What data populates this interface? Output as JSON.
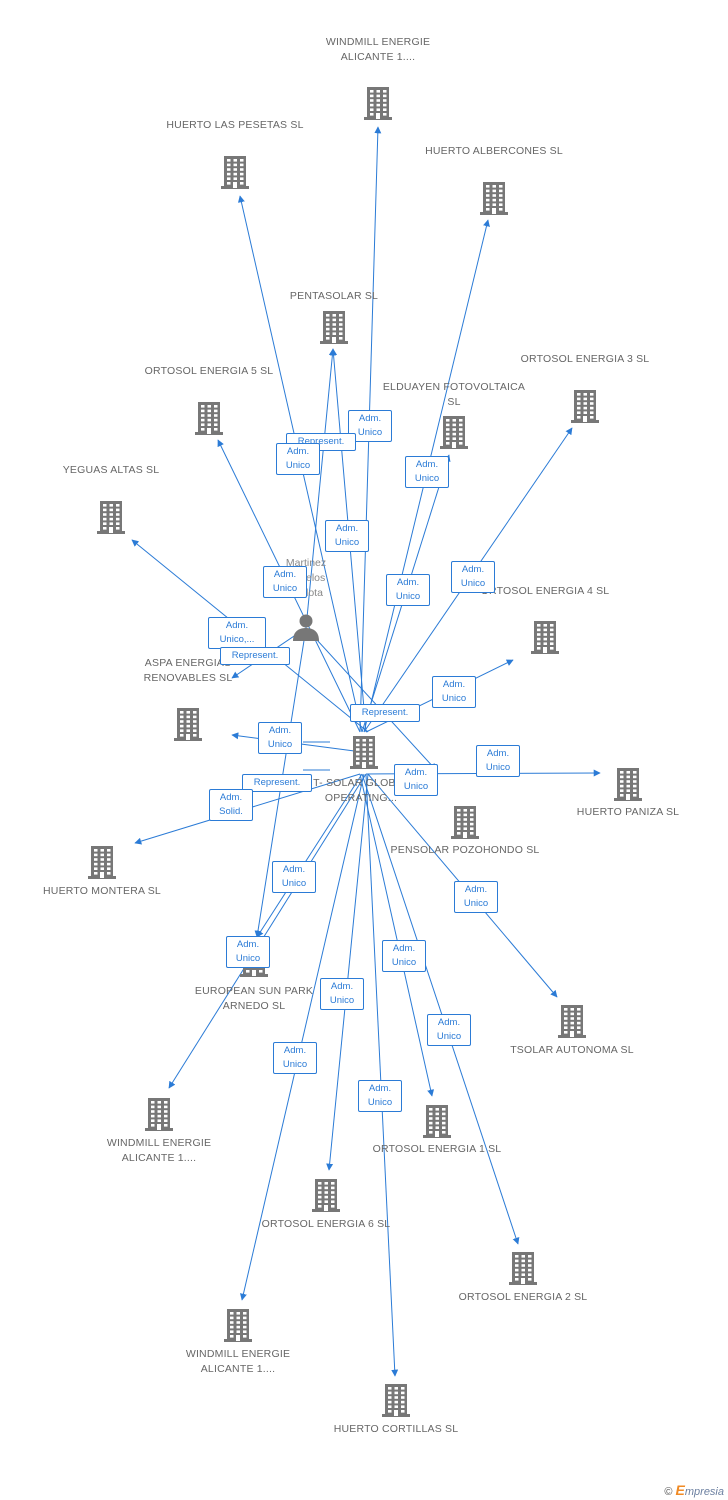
{
  "hub": {
    "label": "T- SOLAR GLOBAL OPERATING...",
    "icon": "building-icon"
  },
  "person": {
    "label_lines": [
      "Martinez",
      "Cadelos",
      "Carlota"
    ],
    "icon": "person-icon"
  },
  "companies": [
    {
      "id": "windmill-alicante-top",
      "label": "WINDMILL ENERGIE ALICANTE 1...."
    },
    {
      "id": "huerto-las-pesetas",
      "label": "HUERTO LAS PESETAS SL"
    },
    {
      "id": "huerto-albercones",
      "label": "HUERTO ALBERCONES SL"
    },
    {
      "id": "pentasolar",
      "label": "PENTASOLAR SL"
    },
    {
      "id": "ortosol-5",
      "label": "ORTOSOL ENERGIA 5 SL"
    },
    {
      "id": "elduayen",
      "label": "ELDUAYEN FOTOVOLTAICA SL"
    },
    {
      "id": "ortosol-3",
      "label": "ORTOSOL ENERGIA 3 SL"
    },
    {
      "id": "yeguas-altas",
      "label": "YEGUAS ALTAS SL"
    },
    {
      "id": "ortosol-4",
      "label": "ORTOSOL ENERGIA 4 SL"
    },
    {
      "id": "aspa",
      "label": "ASPA ENERGIAS RENOVABLES SL"
    },
    {
      "id": "huerto-paniza",
      "label": "HUERTO PANIZA SL"
    },
    {
      "id": "pensolar",
      "label": "PENSOLAR POZOHONDO SL"
    },
    {
      "id": "huerto-montera",
      "label": "HUERTO MONTERA SL"
    },
    {
      "id": "european-sun-park",
      "label": "EUROPEAN SUN PARK ARNEDO SL"
    },
    {
      "id": "tsolar-autonoma",
      "label": "TSOLAR AUTONOMA  SL"
    },
    {
      "id": "windmill-alicante-mid",
      "label": "WINDMILL ENERGIE ALICANTE 1...."
    },
    {
      "id": "ortosol-1",
      "label": "ORTOSOL ENERGIA 1 SL"
    },
    {
      "id": "ortosol-6",
      "label": "ORTOSOL ENERGIA 6 SL"
    },
    {
      "id": "ortosol-2",
      "label": "ORTOSOL ENERGIA 2 SL"
    },
    {
      "id": "windmill-alicante-low",
      "label": "WINDMILL ENERGIE ALICANTE 1...."
    },
    {
      "id": "huerto-cortillas",
      "label": "HUERTO CORTILLAS SL"
    }
  ],
  "relations": [
    {
      "id": "r1",
      "lines": [
        "Adm.",
        "Unico"
      ]
    },
    {
      "id": "r2",
      "lines": [
        "Represent."
      ]
    },
    {
      "id": "r3",
      "lines": [
        "Adm.",
        "Unico"
      ]
    },
    {
      "id": "r4",
      "lines": [
        "Adm.",
        "Unico"
      ]
    },
    {
      "id": "r5",
      "lines": [
        "Adm.",
        "Unico"
      ]
    },
    {
      "id": "r6",
      "lines": [
        "Adm.",
        "Unico"
      ]
    },
    {
      "id": "r7",
      "lines": [
        "Adm.",
        "Unico"
      ]
    },
    {
      "id": "r8",
      "lines": [
        "Adm.",
        "Unico"
      ]
    },
    {
      "id": "r9",
      "lines": [
        "Adm.",
        "Unico,..."
      ]
    },
    {
      "id": "r10",
      "lines": [
        "Represent."
      ]
    },
    {
      "id": "r11",
      "lines": [
        "Adm.",
        "Unico"
      ]
    },
    {
      "id": "r12",
      "lines": [
        "Represent."
      ]
    },
    {
      "id": "r13",
      "lines": [
        "Adm.",
        "Unico"
      ]
    },
    {
      "id": "r14",
      "lines": [
        "Adm.",
        "Unico"
      ]
    },
    {
      "id": "r15",
      "lines": [
        "Adm.",
        "Unico"
      ]
    },
    {
      "id": "r16",
      "lines": [
        "Represent."
      ]
    },
    {
      "id": "r17",
      "lines": [
        "Adm.",
        "Solid."
      ]
    },
    {
      "id": "r18",
      "lines": [
        "Adm.",
        "Unico"
      ]
    },
    {
      "id": "r19",
      "lines": [
        "Adm.",
        "Unico"
      ]
    },
    {
      "id": "r20",
      "lines": [
        "Adm.",
        "Unico"
      ]
    },
    {
      "id": "r21",
      "lines": [
        "Adm.",
        "Unico"
      ]
    },
    {
      "id": "r22",
      "lines": [
        "Adm.",
        "Unico"
      ]
    },
    {
      "id": "r23",
      "lines": [
        "Adm.",
        "Unico"
      ]
    },
    {
      "id": "r24",
      "lines": [
        "Adm.",
        "Unico"
      ]
    },
    {
      "id": "r25",
      "lines": [
        "Adm.",
        "Unico"
      ]
    }
  ],
  "footer": {
    "copyright": "©",
    "brand_initial": "E",
    "brand_rest": "mpresia"
  },
  "colors": {
    "edge": "#2b7bd6",
    "icon": "#777777",
    "label": "#666666"
  }
}
